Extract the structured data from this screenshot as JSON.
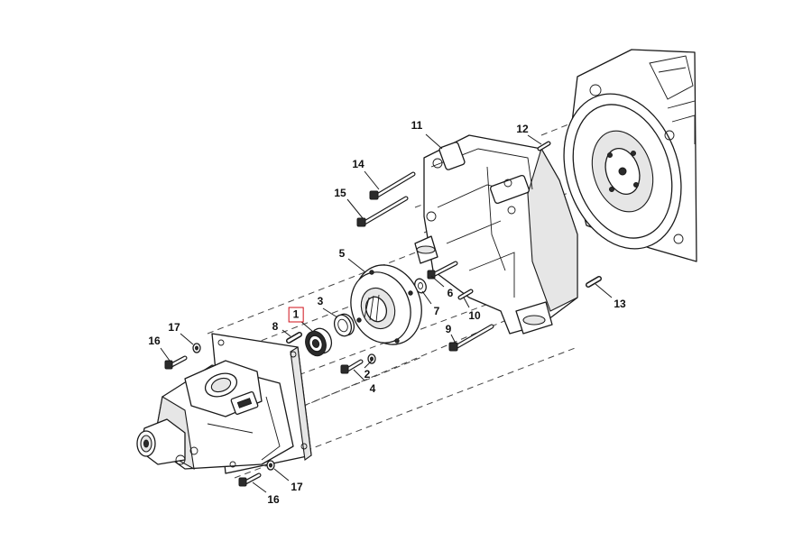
{
  "callouts": {
    "c1": "1",
    "c2": "2",
    "c3": "3",
    "c4": "4",
    "c5": "5",
    "c6": "6",
    "c7": "7",
    "c8": "8",
    "c9": "9",
    "c10": "10",
    "c11": "11",
    "c12": "12",
    "c13": "13",
    "c14": "14",
    "c15": "15",
    "c16a": "16",
    "c16b": "16",
    "c17a": "17",
    "c17b": "17"
  },
  "highlight_color": "#d0101a",
  "selected_part": "1"
}
